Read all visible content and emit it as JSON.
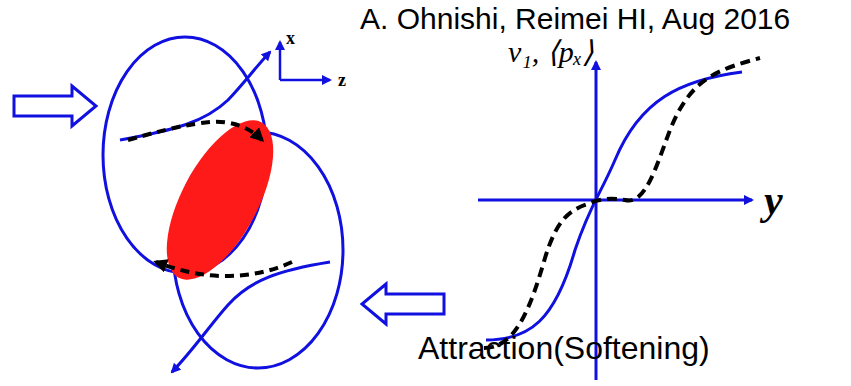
{
  "diagram": {
    "title": "A. Ohnishi, Reimei HI, Aug 2016",
    "caption": "Attraction(Softening)",
    "labels": [
      "x",
      "z",
      "v₁, ⟨pₓ⟩",
      "y"
    ]
  }
}
